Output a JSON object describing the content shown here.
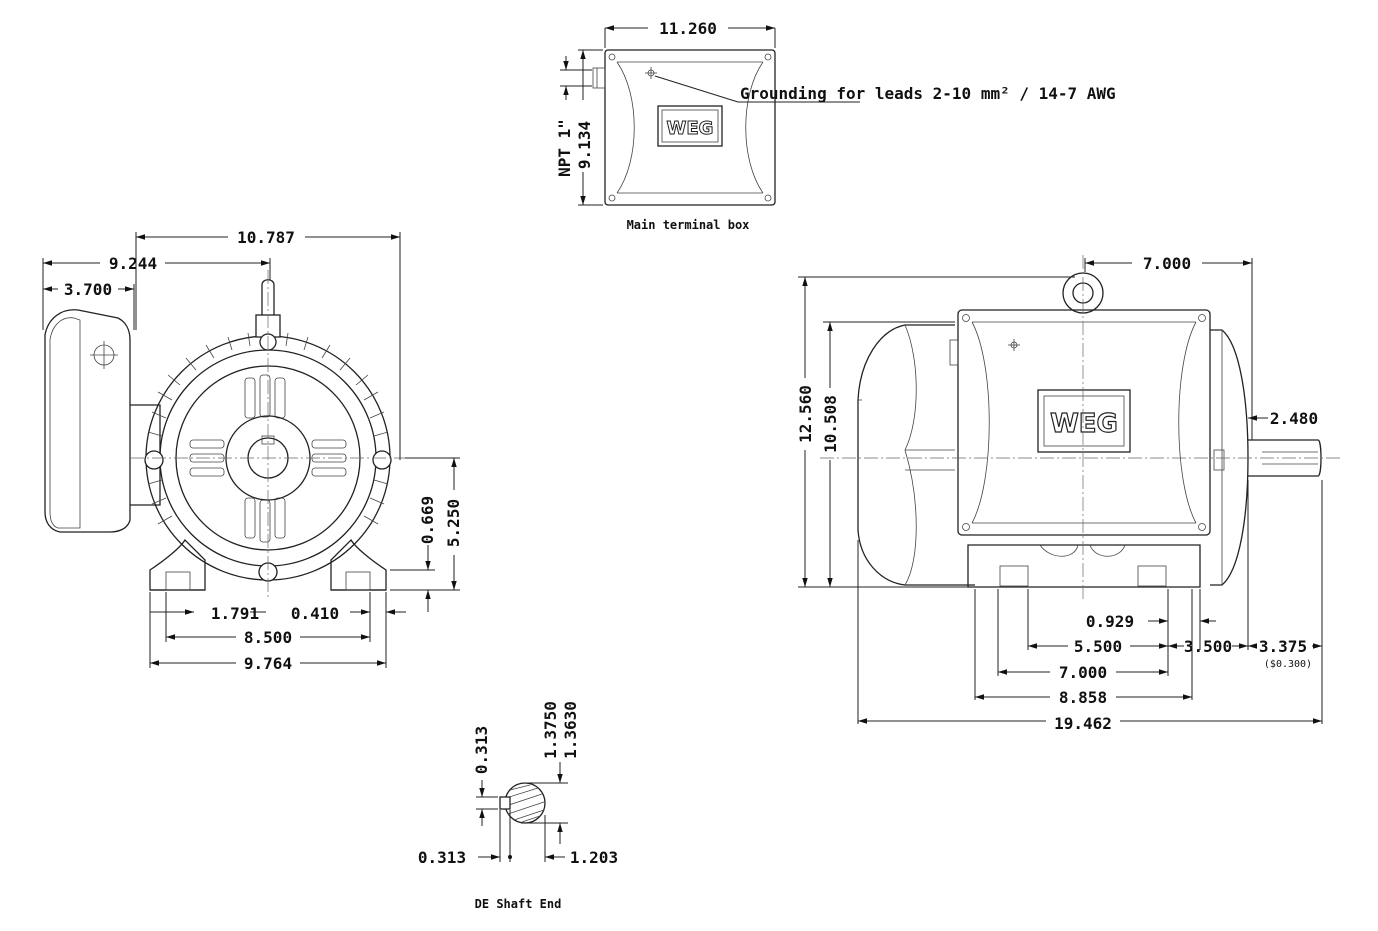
{
  "terminal_box": {
    "width_dim": "11.260",
    "height_dim": "9.134",
    "conduit": "NPT 1\"",
    "grounding_note": "Grounding for leads 2-10 mm² / 14-7 AWG",
    "caption": "Main terminal box",
    "logo": "weg-logo"
  },
  "front_view": {
    "dims": {
      "d10787": "10.787",
      "d9244": "9.244",
      "d3700": "3.700",
      "d0669": "0.669",
      "d5250": "5.250",
      "d1791": "1.791",
      "d0410": "0.410",
      "d8500": "8.500",
      "d9764": "9.764"
    }
  },
  "side_view": {
    "dims": {
      "d7000_top": "7.000",
      "d12560": "12.560",
      "d10508": "10.508",
      "d2480": "2.480",
      "d0929": "0.929",
      "d5500": "5.500",
      "d3500": "3.500",
      "d3375": "3.375",
      "d3375_tol": "($0.300)",
      "d7000": "7.000",
      "d8858": "8.858",
      "d19462": "19.462"
    },
    "logo": "weg-logo"
  },
  "shaft_end": {
    "dims": {
      "d0313_v": "0.313",
      "d13750": "1.3750",
      "d13630": "1.3630",
      "d0313_h": "0.313",
      "d1203": "1.203"
    },
    "caption": "DE Shaft End"
  }
}
